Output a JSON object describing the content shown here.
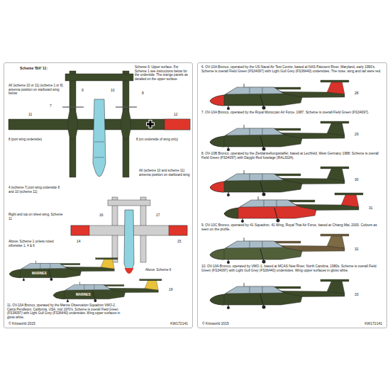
{
  "diagram": {
    "nodes": [
      {
        "text": [
          "© Kitsworld 2015",
          "KW172141"
        ]
      },
      {
        "text": [
          "© Kitsworld 2015",
          "KW172141"
        ]
      }
    ],
    "labels": [
      "Scheme 'Bill' 11:",
      "Scheme 6: Upper surface. For Scheme 1 see instructions below for the underside. The orange panels as detailed on the upper surface.",
      "All (scheme 10 or 11) (scheme 1 or 8) antenna position on starboard wing below",
      "8 (port wing underside)",
      "8 (on underside of wing only)",
      "All (scheme 10 and scheme 11) antenna position on starboard wing",
      "4 (scheme 7) port wing underside 8 and 10 (scheme 11)",
      "Right and top on sheet wing, Scheme 11",
      "Above: Scheme 1 unless noted otherwise 1, 4 & 6",
      "Above: Scheme 6",
      "MARINES",
      "MARINES",
      "11. OV-10A Bronco, operated by the Marine Observation Squadron VMO-2, Camp Pendleton, California, USA, mid 1970's. Scheme is overall Field Green (FS34097) with Light Gull Grey (FS36440) undersides. Wing upper surfaces in gloss white.",
      "6. OV-10A Bronco, operated by the US Naval Air Test Centre, based at NAS Patuxent River, Maryland, early 1990's. Scheme is overall Field Green (FS34097) with Light Gull Grey (FS36440) undersides. The nose, wing and tail were red.",
      "7. OV-10A Bronco, operated by the Royal Moroccan Air Force, 1987. Scheme is overall Field Green (FS34097).",
      "8. OV-10B Bronco, operated by the Zieldarstellungsstaffel, based at Lechfeld, West Germany 1988. Scheme is overall Field Green (FS34097) with Dayglo Red fuselage (RAL3024).",
      "9. OV-10C Bronco, operated by 41 Squadron, 41 Wing, Royal Thai Air Force, based at Chiang Mai, 2000. Colours as seen on the profile.",
      "10. OV-10A Bronco, operated by VMO-1, based at MCAS New River, North Carolina, 1980s. Scheme is overall Field Green (FS34097) with Light Gull Grey (FS36440) undersides. Wing upper surfaces in gloss white.",
      "7",
      "8",
      "9",
      "10",
      "11",
      "12",
      "14",
      "15",
      "16",
      "17",
      "19",
      "28",
      "29",
      "30",
      "31",
      "32",
      "33"
    ]
  }
}
